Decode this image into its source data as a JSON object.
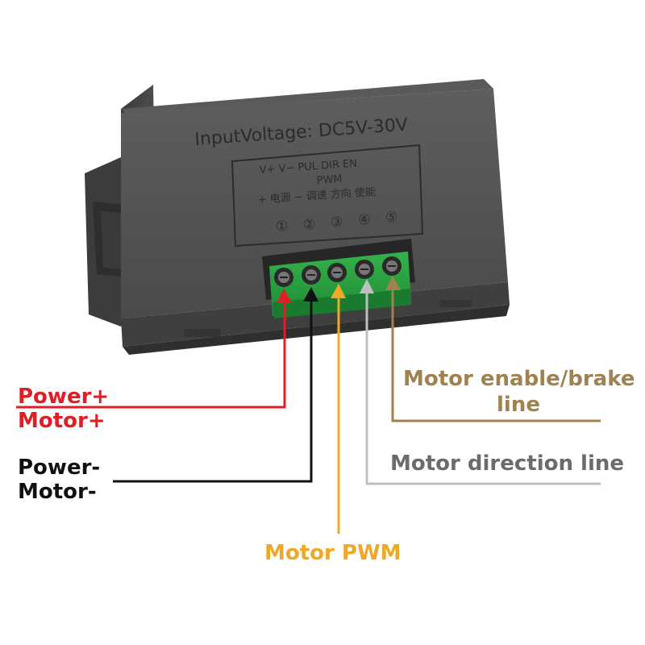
{
  "device": {
    "input_voltage_label": "InputVoltage: DC5V-30V",
    "pin_labels_row1": "V+   V−  PUL  DIR  EN",
    "pin_labels_row2": "PWM",
    "chinese_labels": "+ 电源 − 调速 方向 使能",
    "pin_numbers": [
      "①",
      "②",
      "③",
      "④",
      "⑤"
    ]
  },
  "annotations": {
    "power_plus": "Power+",
    "motor_plus": "Motor+",
    "power_minus": "Power-",
    "motor_minus": "Motor-",
    "motor_pwm": "Motor PWM",
    "enable_line1": "Motor enable/brake",
    "enable_line2": "line",
    "direction": "Motor direction line"
  },
  "colors": {
    "red": "#e01e25",
    "black": "#111111",
    "orange": "#f0a828",
    "gray": "#bfbfbf",
    "brown": "#a08250"
  }
}
